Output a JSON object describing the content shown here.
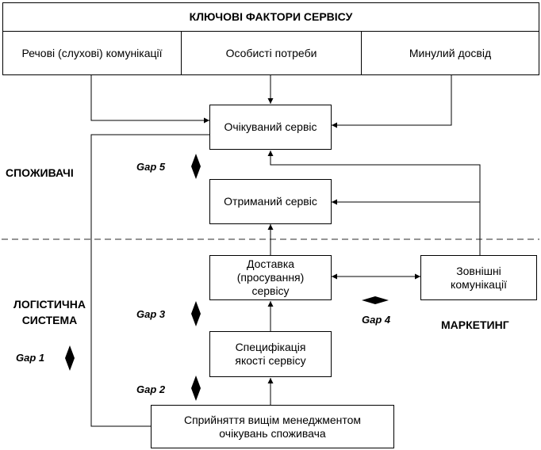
{
  "header": {
    "title": "КЛЮЧОВІ ФАКТОРИ СЕРВІСУ",
    "factors": [
      "Речові (слухові) комунікації",
      "Особисті потреби",
      "Минулий досвід"
    ]
  },
  "boxes": {
    "expected": "Очікуваний сервіс",
    "received": "Отриманий сервіс",
    "delivery": "Доставка (просування) сервісу",
    "external": "Зовнішні комунікації",
    "spec": "Специфікація якості сервісу",
    "perception": "Сприйняття вищім менеджментом очікувань споживача"
  },
  "zones": {
    "consumers": "СПОЖИВАЧІ",
    "logistic": "ЛОГІСТИЧНА СИСТЕМА",
    "marketing": "МАРКЕТИНГ"
  },
  "gaps": {
    "gap1": "Gap 1",
    "gap2": "Gap 2",
    "gap3": "Gap 3",
    "gap4": "Gap 4",
    "gap5": "Gap 5"
  }
}
